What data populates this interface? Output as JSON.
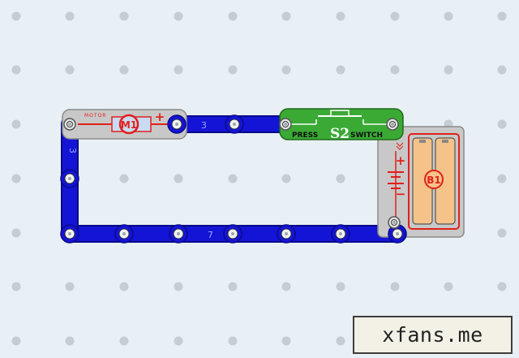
{
  "circuit": {
    "motor": {
      "label": "MOTOR",
      "symbol": "M1",
      "polarity_plus": "+"
    },
    "wire_top": {
      "label": "3"
    },
    "wire_left": {
      "label": "3"
    },
    "wire_bottom": {
      "label": "7"
    },
    "switch": {
      "label_left": "PRESS",
      "symbol": "S2",
      "label_right": "SWITCH"
    },
    "battery": {
      "symbol": "B1",
      "plus": "+",
      "minus": "−"
    }
  },
  "watermark": {
    "text": "xfans.me"
  },
  "colors": {
    "board": "#e8f0f5",
    "peg": "#c5cdd3",
    "wire": "#1414d6",
    "wire_edge": "#0a0a88",
    "switch_green": "#3aaa35",
    "holder_gray": "#c8c8c8",
    "schematic_red": "#e0201a",
    "battery_orange": "#f5c389"
  }
}
